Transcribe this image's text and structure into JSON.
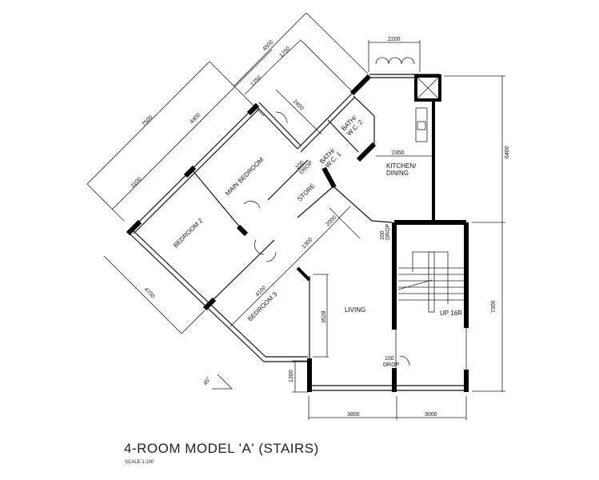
{
  "title": "4-ROOM MODEL 'A' (STAIRS)",
  "scale": "SCALE 1:100",
  "rooms": {
    "main_bedroom": "MAIN BEDROOM",
    "bedroom_2": "BEDROOM 2",
    "bedroom_3": "BEDROOM 3",
    "store": "STORE",
    "bath_1_a": "BATH/",
    "bath_1_b": "W.C. 1",
    "bath_2_a": "BATH/",
    "bath_2_b": "W.C. 2",
    "kitchen_a": "KITCHEN/",
    "kitchen_b": "DINING",
    "living": "LIVING",
    "stairs": "UP 16R"
  },
  "drop_labels": {
    "value": "100",
    "label": "DROP"
  },
  "dimensions": {
    "d7500": "7500",
    "d4400": "4400",
    "d3100": "3100",
    "d4500": "4500",
    "d1750a": "1750",
    "d1750b": "1750",
    "d2400": "2400",
    "d2200": "2200",
    "d2350": "2350",
    "d6400": "6400",
    "d2000": "2000",
    "d1300a": "1300",
    "d4100": "4100",
    "d4700": "4700",
    "d3528": "3528",
    "d7300": "7300",
    "d1300b": "1300",
    "d3800": "3800",
    "d3000": "3000"
  },
  "angle_marker": "45°"
}
